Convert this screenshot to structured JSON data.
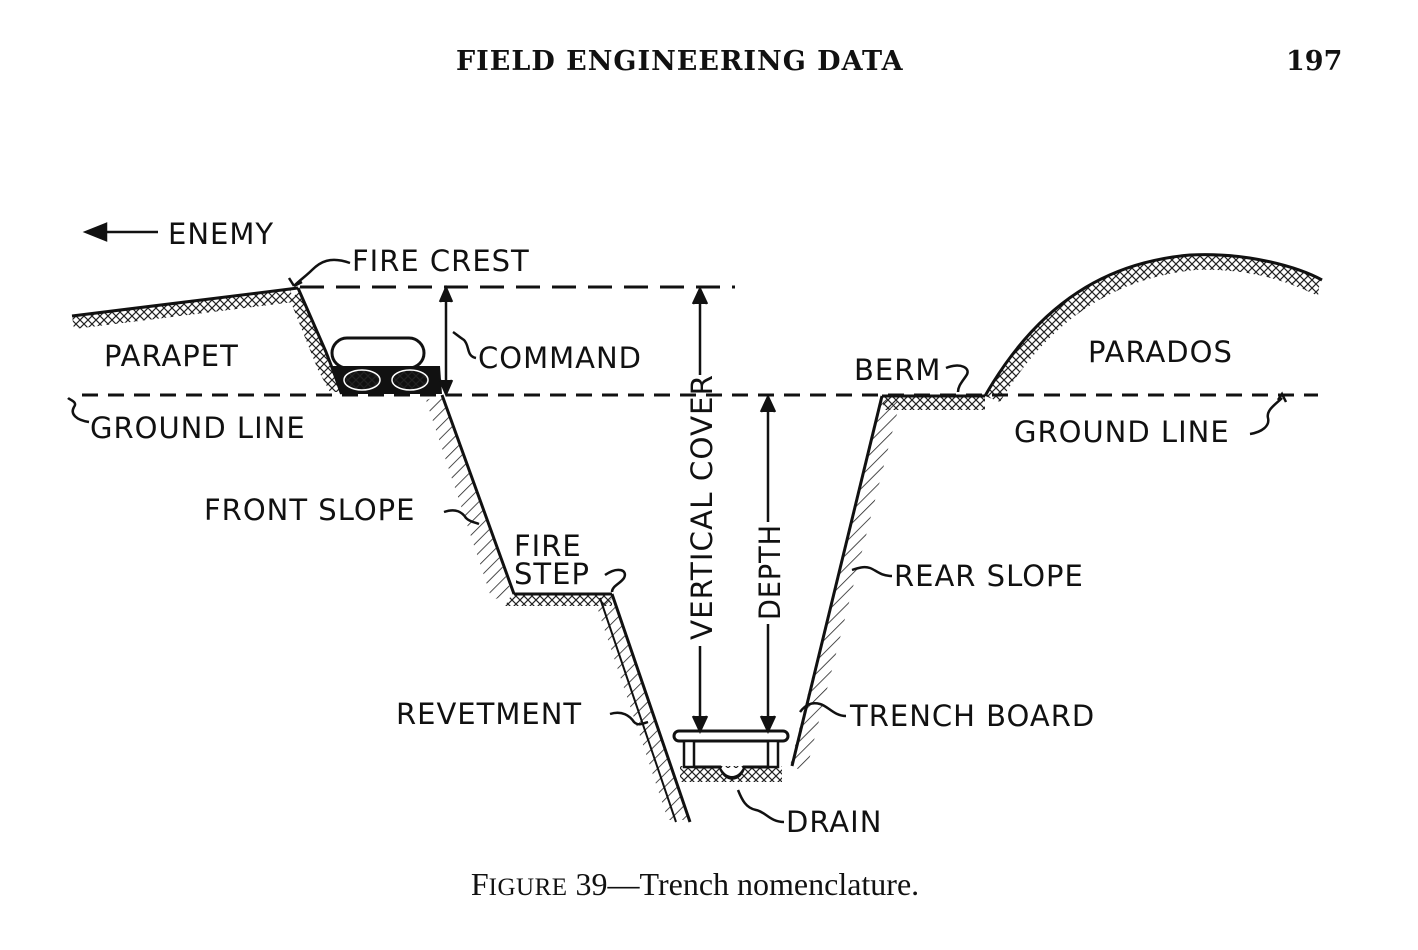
{
  "header": {
    "title": "FIELD ENGINEERING DATA",
    "page_number": "197"
  },
  "labels": {
    "enemy": "ENEMY",
    "fire_crest": "FIRE CREST",
    "parapet": "PARAPET",
    "command": "COMMAND",
    "ground_line_left": "GROUND LINE",
    "front_slope": "FRONT SLOPE",
    "fire": "FIRE",
    "step": "STEP",
    "vertical_cover": "VERTICAL COVER",
    "depth": "DEPTH",
    "berm": "BERM",
    "parados": "PARADOS",
    "ground_line_right": "GROUND LINE",
    "rear_slope": "REAR SLOPE",
    "revetment": "REVETMENT",
    "trench_board": "TRENCH BOARD",
    "drain": "DRAIN"
  },
  "caption": {
    "figure_first": "F",
    "figure_rest": "IGURE",
    "number_and_title": " 39—Trench nomenclature."
  }
}
